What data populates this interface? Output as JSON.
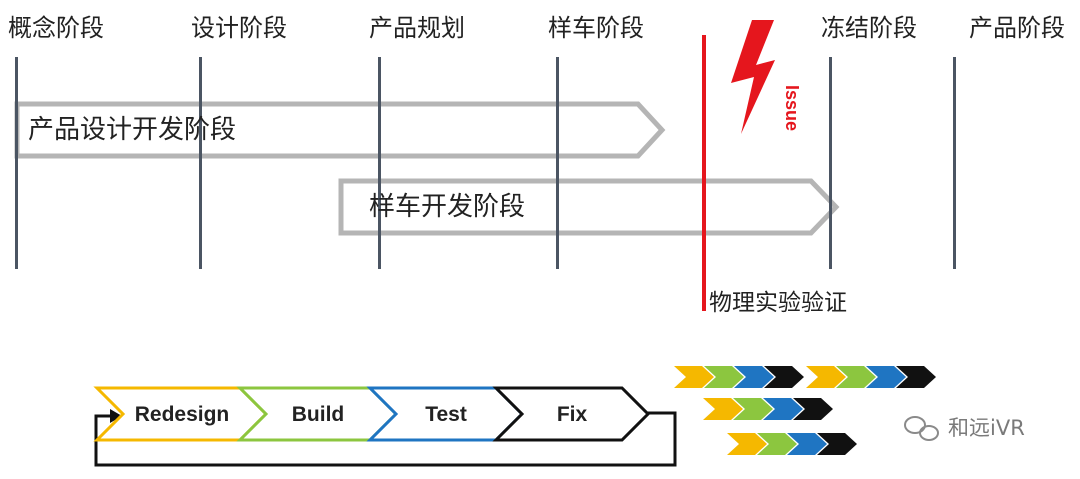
{
  "phases": [
    {
      "label": "概念阶段"
    },
    {
      "label": "设计阶段"
    },
    {
      "label": "产品规划"
    },
    {
      "label": "样车阶段"
    },
    {
      "label": "冻结阶段"
    },
    {
      "label": "产品阶段"
    }
  ],
  "bars": {
    "product_design": "产品设计开发阶段",
    "prototype_dev": "样车开发阶段"
  },
  "issue": {
    "label": "Issue",
    "verification_label": "物理实验验证"
  },
  "cycle": {
    "redesign": "Redesign",
    "build": "Build",
    "test": "Test",
    "fix": "Fix"
  },
  "colors": {
    "yellow": "#f5b800",
    "green": "#8cc63f",
    "blue": "#1f75c2",
    "black": "#111111",
    "red": "#e5161d",
    "gray": "#b5b5b5"
  },
  "watermark": "和远iVR"
}
